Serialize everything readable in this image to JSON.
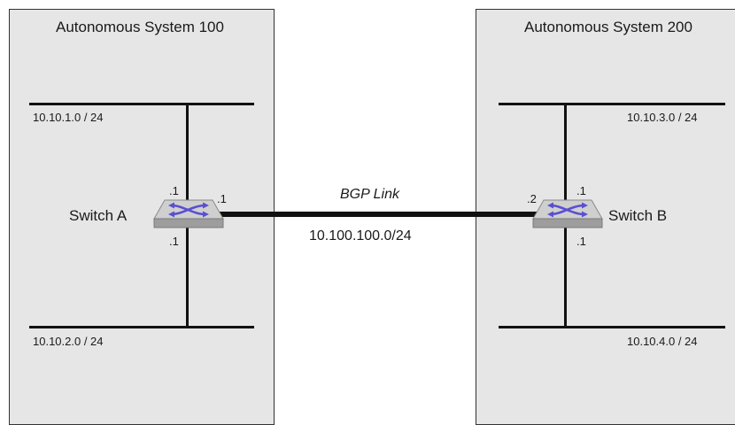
{
  "diagram": {
    "as_left": {
      "title": "Autonomous System 100"
    },
    "as_right": {
      "title": "Autonomous System 200"
    },
    "networks": {
      "left_top": "10.10.1.0 / 24",
      "left_bottom": "10.10.2.0 / 24",
      "right_top": "10.10.3.0 / 24",
      "right_bottom": "10.10.4.0 / 24"
    },
    "switch_a": {
      "label": "Switch A",
      "if_top": ".1",
      "if_right": ".1",
      "if_bottom": ".1"
    },
    "switch_b": {
      "label": "Switch B",
      "if_left": ".2",
      "if_top": ".1",
      "if_bottom": ".1"
    },
    "link": {
      "label": "BGP Link",
      "network": "10.100.100.0/24"
    },
    "colors": {
      "box_fill": "#e6e6e6",
      "switch_top": "#c9c9c9",
      "switch_arrows": "#5a4fcf"
    },
    "icons": [
      "switch-icon"
    ]
  }
}
